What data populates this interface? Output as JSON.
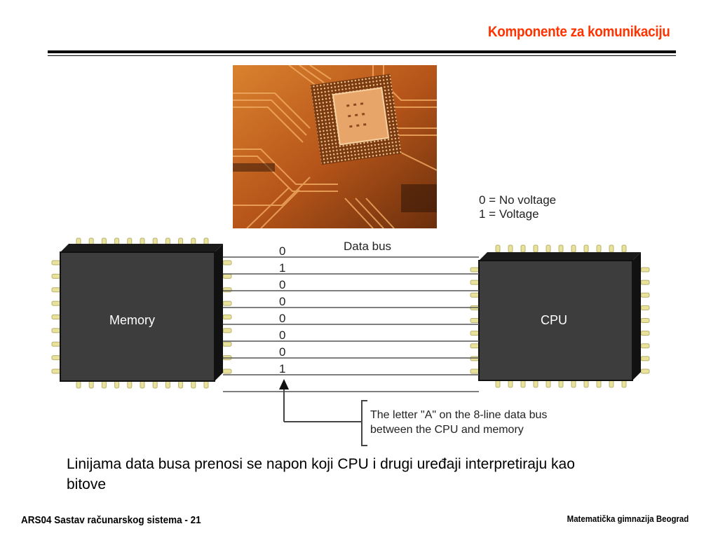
{
  "slide": {
    "title": "Komponente za komunikaciju",
    "footer_left": "ARS04 Sastav računarskog sistema - 21",
    "footer_right": "Matematička gimnazija Beograd",
    "body_text": "Linijama data busa prenosi se napon koji CPU i drugi uređaji interpretiraju kao bitove"
  },
  "diagram": {
    "legend_line1": "0 = No voltage",
    "legend_line2": "1 = Voltage",
    "bus_label": "Data bus",
    "memory_label": "Memory",
    "cpu_label": "CPU",
    "bits": [
      "0",
      "1",
      "0",
      "0",
      "0",
      "0",
      "0",
      "1"
    ],
    "callout_line1": "The letter \"A\" on the 8-line data bus",
    "callout_line2": "between the CPU and memory"
  },
  "colors": {
    "title": "#ff3300",
    "chip": "#3d3d3d",
    "pin": "#e8e29a",
    "circuit_board": "#c8641a"
  }
}
